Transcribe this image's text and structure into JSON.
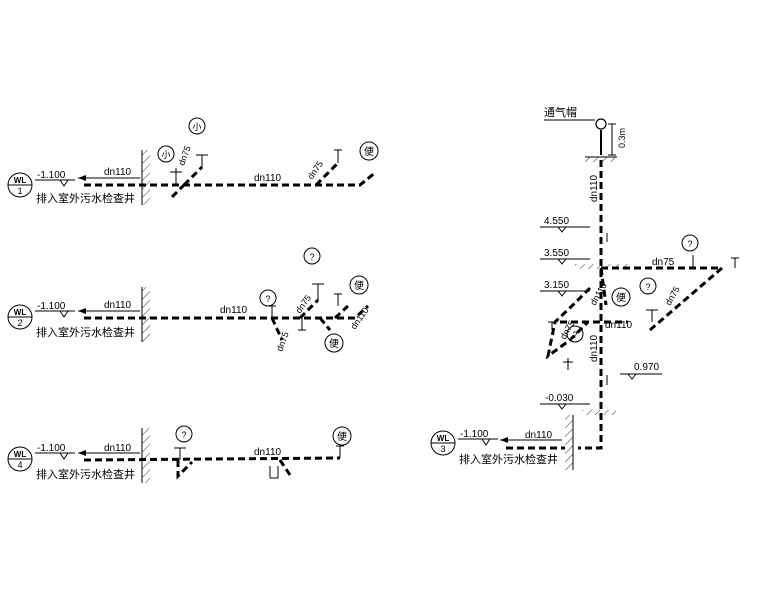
{
  "common": {
    "outlet": "排入室外污水检查井",
    "level_out": "-1.100",
    "dn110": "dn110",
    "dn75": "dn75"
  },
  "fixtures": {
    "urinal": "小",
    "toilet": "便",
    "unknown": "?"
  },
  "systems": {
    "wl1": {
      "top": "WL",
      "num": "1"
    },
    "wl2": {
      "top": "WL",
      "num": "2"
    },
    "wl3": {
      "top": "WL",
      "num": "3"
    },
    "wl4": {
      "top": "WL",
      "num": "4"
    }
  },
  "wl3_riser": {
    "vent_cap": "通气帽",
    "vent_height": "0.3m",
    "level_4550": "4.550",
    "level_3550": "3.550",
    "level_3150": "3.150",
    "level_0970": "0.970",
    "level_m0030": "-0.030"
  }
}
